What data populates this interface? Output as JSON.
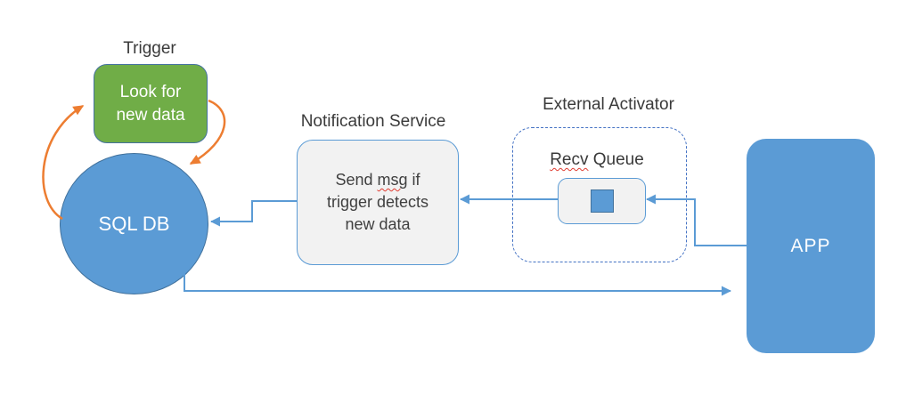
{
  "diagram": {
    "trigger": {
      "label": "Trigger",
      "box_line1": "Look for",
      "box_line2": "new data"
    },
    "sql_db": {
      "label": "SQL DB"
    },
    "notification_service": {
      "title": "Notification Service",
      "body_line1_pre": "Send ",
      "body_line1_misspelled": "msg",
      "body_line1_post": " if",
      "body_line2": "trigger detects",
      "body_line3": "new data"
    },
    "external_activator": {
      "title": "External Activator",
      "queue_label_misspelled": "Recv",
      "queue_label_rest": " Queue"
    },
    "app": {
      "label": "APP"
    },
    "colors": {
      "node_blue_fill": "#5B9BD5",
      "node_blue_border": "#41719C",
      "trigger_green_fill": "#70AD47",
      "trigger_green_border": "#44719E",
      "gray_box_fill": "#F2F2F2",
      "gray_box_border": "#5B9BD5",
      "dashed_border": "#4472C4",
      "connector_blue": "#5B9BD5",
      "connector_orange": "#ED7D31",
      "spellcheck_red": "#E03C31",
      "label_text": "#3A3A3A",
      "body_text": "#404040",
      "shape_text": "#FFFFFF"
    }
  }
}
